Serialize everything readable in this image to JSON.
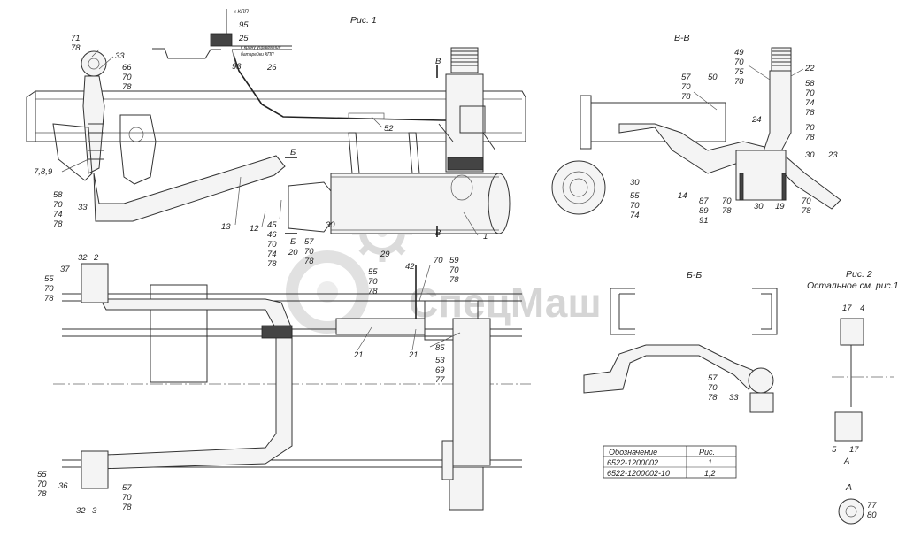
{
  "figure_titles": {
    "fig1": "Рис. 1",
    "vv": "В-В",
    "bb": "Б-Б",
    "fig2_line1": "Рис. 2",
    "fig2_line2": "Остальное см. рис.1",
    "a_view": "А"
  },
  "watermark": "СпецМаш",
  "section_marks": {
    "b_top": "Б",
    "b_bottom": "Б",
    "v_top": "В",
    "v_bottom": "В",
    "a_mark": "А"
  },
  "callouts": {
    "fig1_top": [
      "71",
      "78",
      "33",
      "66",
      "70",
      "78",
      "7,8,9",
      "58",
      "70",
      "74",
      "78",
      "33",
      "95",
      "25",
      "93",
      "26",
      "52",
      "13",
      "12",
      "45",
      "46",
      "70",
      "74",
      "78",
      "20",
      "57",
      "70",
      "78",
      "30",
      "1",
      "Б"
    ],
    "fig1_bottom": [
      "32",
      "2",
      "37",
      "55",
      "70",
      "78",
      "42",
      "55",
      "70",
      "78",
      "29",
      "70",
      "59",
      "70",
      "78",
      "85",
      "53",
      "69",
      "77",
      "21",
      "21",
      "55",
      "70",
      "78",
      "36",
      "32",
      "3",
      "57",
      "70",
      "78"
    ],
    "vv": [
      "57",
      "70",
      "78",
      "49",
      "70",
      "75",
      "78",
      "50",
      "22",
      "58",
      "70",
      "74",
      "78",
      "24",
      "70",
      "78",
      "30",
      "23",
      "30",
      "55",
      "70",
      "74",
      "14",
      "87",
      "89",
      "91",
      "70",
      "78",
      "30",
      "19",
      "70",
      "78"
    ],
    "bb": [
      "57",
      "70",
      "78",
      "33"
    ],
    "fig2": [
      "17",
      "4",
      "5",
      "17"
    ],
    "a_view": [
      "77",
      "80"
    ]
  },
  "table": {
    "headers": [
      "Обозначение",
      "Рис."
    ],
    "rows": [
      [
        "6522-1200002",
        "1"
      ],
      [
        "6522-1200002-10",
        "1,2"
      ]
    ]
  }
}
